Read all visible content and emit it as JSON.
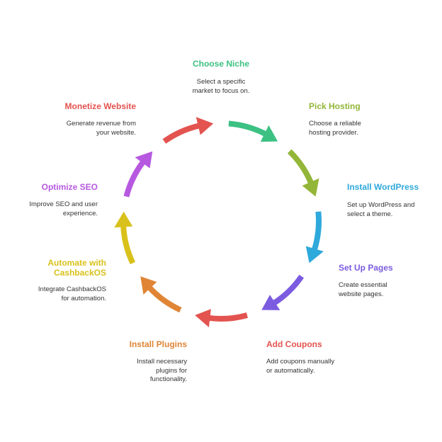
{
  "steps": [
    {
      "title": "Choose Niche",
      "description": "Select a specific\nmarket to focus on.",
      "color": "#3cc183"
    },
    {
      "title": "Pick Hosting",
      "description": "Choose a reliable\nhosting provider.",
      "color": "#93b638"
    },
    {
      "title": "Install WordPress",
      "description": "Set up WordPress and\nselect a theme.",
      "color": "#2ea9db"
    },
    {
      "title": "Set Up Pages",
      "description": "Create essential\nwebsite pages.",
      "color": "#7b5ce1"
    },
    {
      "title": "Add Coupons",
      "description": "Add coupons manually\nor automatically.",
      "color": "#e3534f"
    },
    {
      "title": "Install Plugins",
      "description": "Install necessary\nplugins for\nfunctionality.",
      "color": "#e08535"
    },
    {
      "title": "Automate with\nCashbackOS",
      "description": "Integrate CashbackOS\nfor automation.",
      "color": "#d9c11b"
    },
    {
      "title": "Optimize SEO",
      "description": "Improve SEO and user\nexperience.",
      "color": "#b759e0"
    },
    {
      "title": "Monetize Website",
      "description": "Generate revenue from\nyour website.",
      "color": "#e3534f"
    }
  ]
}
